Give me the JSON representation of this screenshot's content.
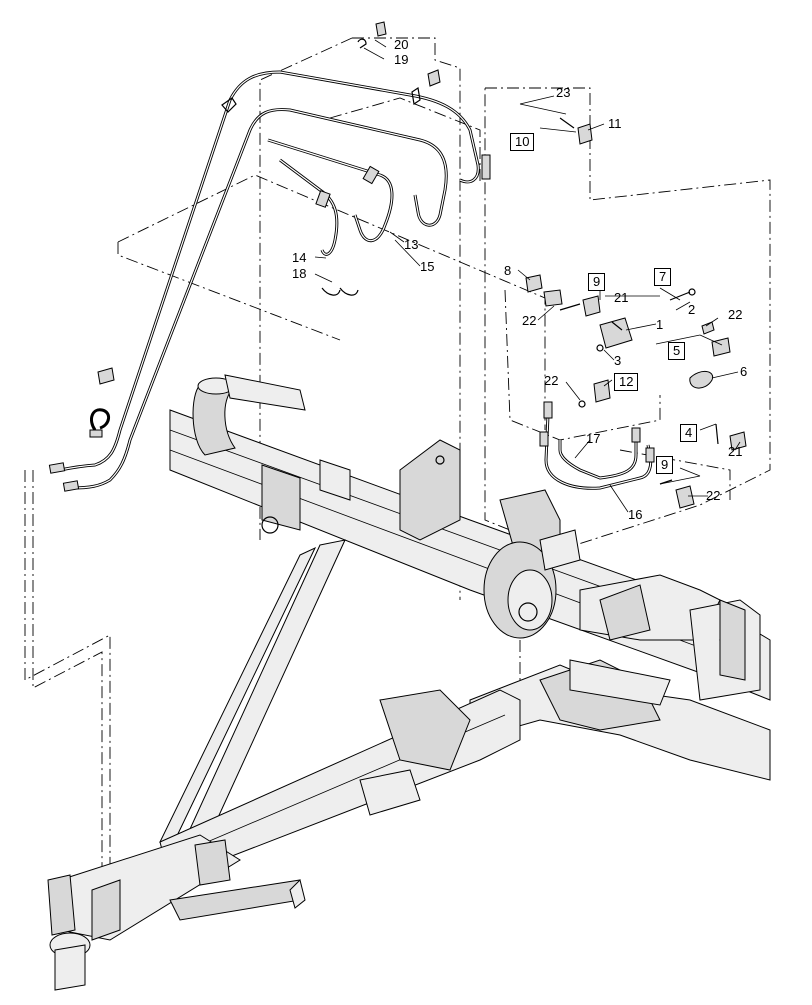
{
  "callouts": {
    "c1": "1",
    "c2": "2",
    "c3": "3",
    "c4": "4",
    "c5": "5",
    "c6": "6",
    "c7": "7",
    "c8": "8",
    "c9a": "9",
    "c9b": "9",
    "c10": "10",
    "c11": "11",
    "c12": "12",
    "c13": "13",
    "c14": "14",
    "c15": "15",
    "c16": "16",
    "c17": "17",
    "c18": "18",
    "c19": "19",
    "c20": "20",
    "c21a": "21",
    "c21b": "21",
    "c22a": "22",
    "c22b": "22",
    "c22c": "22",
    "c22d": "22",
    "c23": "23"
  }
}
